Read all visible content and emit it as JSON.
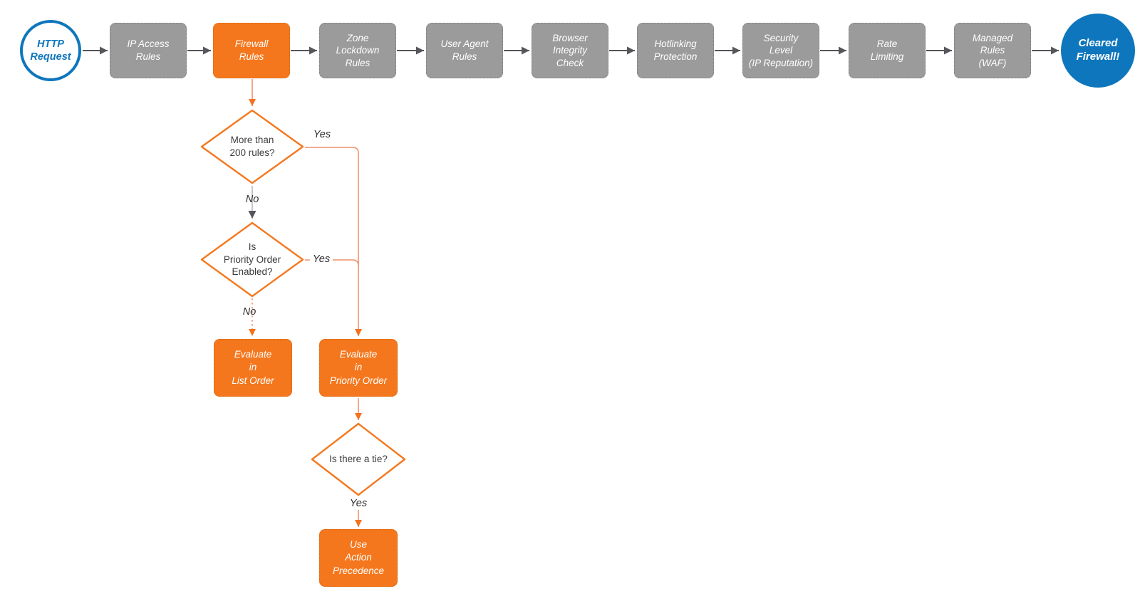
{
  "diagram": {
    "start": {
      "label": "HTTP\nRequest"
    },
    "pipeline": [
      "IP Access\nRules",
      "Firewall\nRules",
      "Zone\nLockdown\nRules",
      "User Agent\nRules",
      "Browser\nIntegrity\nCheck",
      "Hotlinking\nProtection",
      "Security\nLevel\n(IP Reputation)",
      "Rate\nLimiting",
      "Managed\nRules\n(WAF)"
    ],
    "end": {
      "label": "Cleared\nFirewall!"
    },
    "decisions": [
      {
        "label": "More than\n200 rules?"
      },
      {
        "label": "Is\nPriority Order\nEnabled?"
      },
      {
        "label": "Is there a tie?"
      }
    ],
    "outcomes": [
      {
        "label": "Evaluate\nin\nList Order"
      },
      {
        "label": "Evaluate\nin\nPriority Order"
      },
      {
        "label": "Use\nAction\nPrecedence"
      }
    ],
    "edge_labels": {
      "yes1": "Yes",
      "no1": "No",
      "yes2": "Yes",
      "no2": "No",
      "yes3": "Yes"
    },
    "colors": {
      "highlight_orange": "#f5771d",
      "accent_blue": "#0e76bc",
      "step_gray": "#9b9b9b",
      "connector_dark": "#55565a",
      "connector_orange_line": "#f0916b",
      "connector_orange_head": "#f4711f"
    }
  }
}
